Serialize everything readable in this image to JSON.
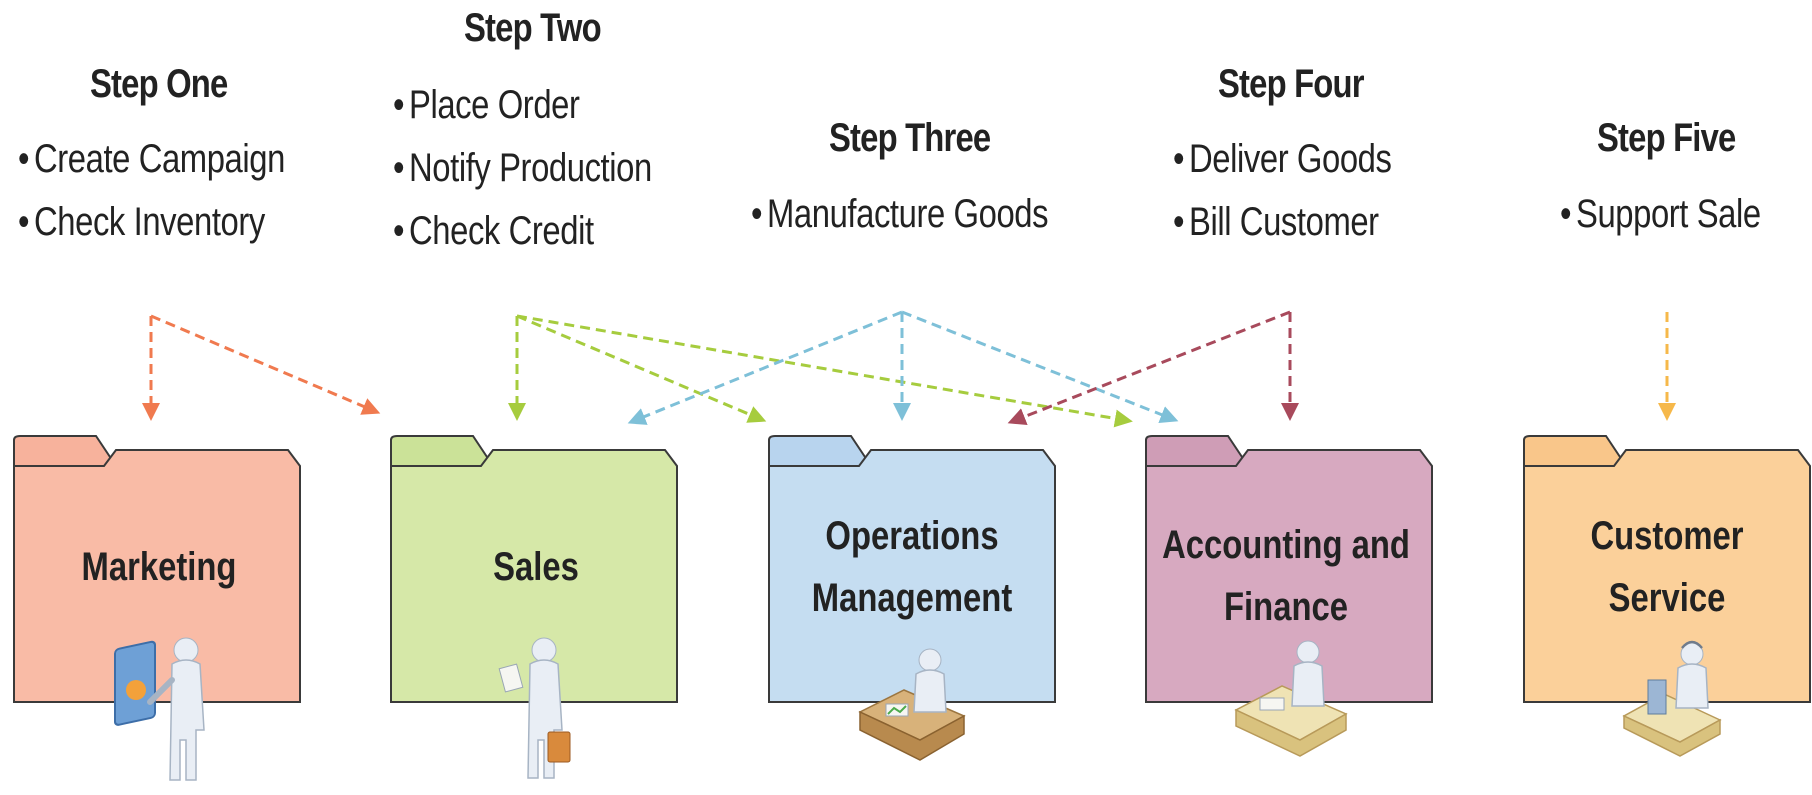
{
  "steps": [
    {
      "title": "Step One",
      "items": [
        "Create Campaign",
        "Check Inventory"
      ]
    },
    {
      "title": "Step Two",
      "items": [
        "Place Order",
        "Notify Production",
        "Check Credit"
      ]
    },
    {
      "title": "Step Three",
      "items": [
        "Manufacture Goods"
      ]
    },
    {
      "title": "Step Four",
      "items": [
        "Deliver Goods",
        "Bill Customer"
      ]
    },
    {
      "title": "Step Five",
      "items": [
        "Support Sale"
      ]
    }
  ],
  "departments": [
    {
      "label": "Marketing",
      "color": "#f9bba6",
      "tab": "#f7b29c"
    },
    {
      "label": "Sales",
      "color": "#d6e8a8",
      "tab": "#cbe298"
    },
    {
      "label": "Operations\nManagement",
      "color": "#c5ddf1",
      "tab": "#b8d4ee"
    },
    {
      "label": "Accounting and\nFinance",
      "color": "#d7a9c0",
      "tab": "#cf9db6"
    },
    {
      "label": "Customer\nService",
      "color": "#fbd09a",
      "tab": "#f9c68a"
    }
  ],
  "arrow_colors": {
    "step_one": "#f07a4f",
    "step_two": "#a6cc3e",
    "step_three": "#7ec0d8",
    "step_four": "#a84a5c",
    "step_five": "#f6b84a"
  }
}
